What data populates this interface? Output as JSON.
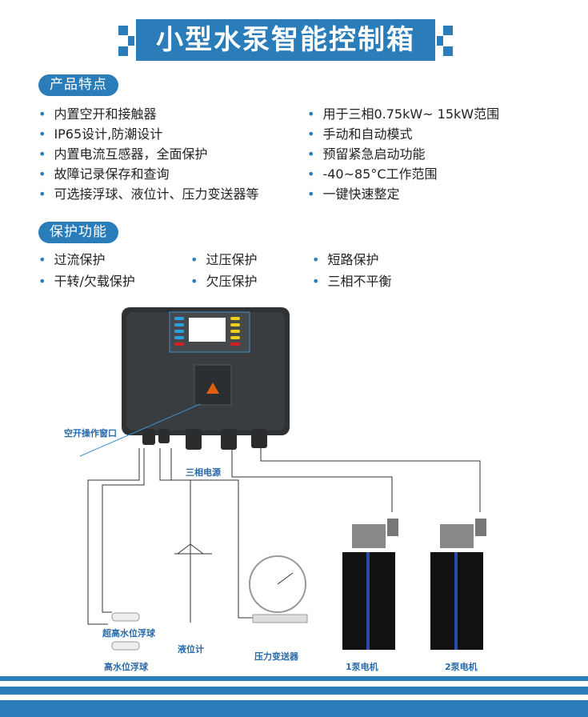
{
  "title": "小型水泵智能控制箱",
  "features": {
    "heading": "产品特点",
    "left": [
      "内置空开和接触器",
      "IP65设计,防潮设计",
      "内置电流互感器，全面保护",
      "故障记录保存和查询",
      "可选接浮球、液位计、压力变送器等"
    ],
    "right": [
      "用于三相0.75kW~ 15kW范围",
      "手动和自动模式",
      "预留紧急启动功能",
      "-40~85°C工作范围",
      "一键快速整定"
    ]
  },
  "protection": {
    "heading": "保护功能",
    "items": [
      "过流保护",
      "过压保护",
      "短路保护",
      "干转/欠载保护",
      "欠压保护",
      "三相不平衡"
    ]
  },
  "diagram": {
    "breaker_window": "空开操作窗口",
    "power": "三相电源",
    "ultra_high_float": "超高水位浮球",
    "high_float": "高水位浮球",
    "level_meter": "液位计",
    "pressure_transmitter": "压力变送器",
    "pump1": "1泵电机",
    "pump2": "2泵电机"
  },
  "colors": {
    "brand": "#2a7db8"
  }
}
